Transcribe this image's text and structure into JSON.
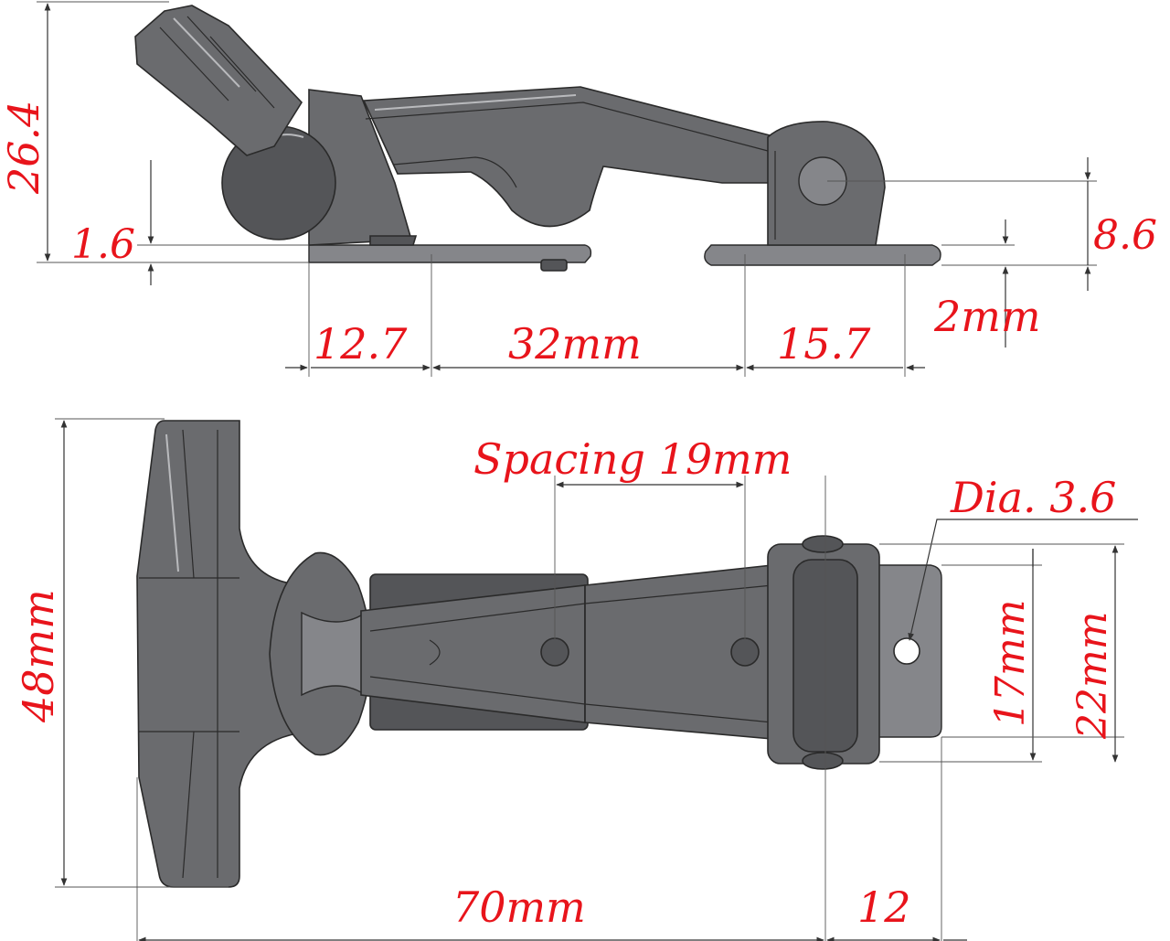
{
  "colors": {
    "dimension_text": "#e8141b",
    "part_fill": "#6a6b6e",
    "line": "#333333"
  },
  "side_view": {
    "height_total": "26.4",
    "base_thickness": "1.6",
    "hinge_height": "8.6",
    "plate_thickness": "2mm",
    "offset_left": "12.7",
    "mount_span": "32mm",
    "offset_right": "15.7"
  },
  "top_view": {
    "spacing": "Spacing 19mm",
    "hole_diameter": "Dia. 3.6",
    "handle_width": "48mm",
    "inner_width": "17mm",
    "outer_width": "22mm",
    "length": "70mm",
    "plate_offset": "12"
  }
}
